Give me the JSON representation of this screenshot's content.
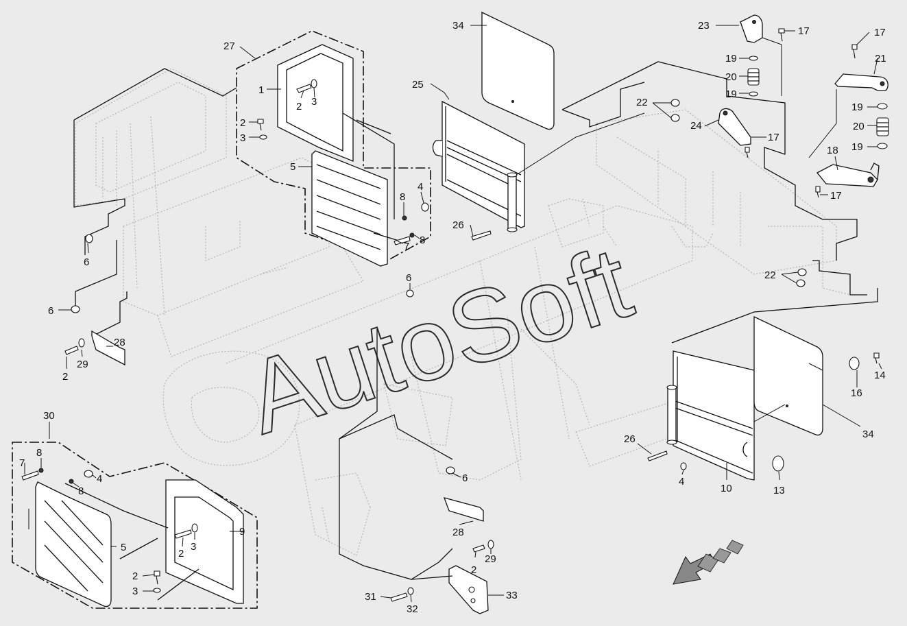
{
  "watermark": "AutoSoft",
  "colors": {
    "background": "#ebebeb",
    "line": "#111111",
    "ghost": "#b4b4b4"
  },
  "callouts": [
    {
      "id": "c34a",
      "label": "34"
    },
    {
      "id": "c25",
      "label": "25"
    },
    {
      "id": "c26a",
      "label": "26"
    },
    {
      "id": "c27",
      "label": "27"
    },
    {
      "id": "c1",
      "label": "1"
    },
    {
      "id": "c2a",
      "label": "2"
    },
    {
      "id": "c3a",
      "label": "3"
    },
    {
      "id": "c2b",
      "label": "2"
    },
    {
      "id": "c3b",
      "label": "3"
    },
    {
      "id": "c5a",
      "label": "5"
    },
    {
      "id": "c8a",
      "label": "8"
    },
    {
      "id": "c4a",
      "label": "4"
    },
    {
      "id": "c7a",
      "label": "7"
    },
    {
      "id": "c8b",
      "label": "8"
    },
    {
      "id": "c6a",
      "label": "6"
    },
    {
      "id": "c6b",
      "label": "6"
    },
    {
      "id": "c6c",
      "label": "6"
    },
    {
      "id": "c28a",
      "label": "28"
    },
    {
      "id": "c29a",
      "label": "29"
    },
    {
      "id": "c2c",
      "label": "2"
    },
    {
      "id": "c23",
      "label": "23"
    },
    {
      "id": "c17a",
      "label": "17"
    },
    {
      "id": "c19a",
      "label": "19"
    },
    {
      "id": "c20a",
      "label": "20"
    },
    {
      "id": "c19b",
      "label": "19"
    },
    {
      "id": "c22a",
      "label": "22"
    },
    {
      "id": "c24",
      "label": "24"
    },
    {
      "id": "c17b",
      "label": "17"
    },
    {
      "id": "c17c",
      "label": "17"
    },
    {
      "id": "c21",
      "label": "21"
    },
    {
      "id": "c19c",
      "label": "19"
    },
    {
      "id": "c20b",
      "label": "20"
    },
    {
      "id": "c19d",
      "label": "19"
    },
    {
      "id": "c18",
      "label": "18"
    },
    {
      "id": "c17d",
      "label": "17"
    },
    {
      "id": "c22b",
      "label": "22"
    },
    {
      "id": "c14",
      "label": "14"
    },
    {
      "id": "c16",
      "label": "16"
    },
    {
      "id": "c34b",
      "label": "34"
    },
    {
      "id": "c26b",
      "label": "26"
    },
    {
      "id": "c4b",
      "label": "4"
    },
    {
      "id": "c10",
      "label": "10"
    },
    {
      "id": "c13",
      "label": "13"
    },
    {
      "id": "c30",
      "label": "30"
    },
    {
      "id": "c7b",
      "label": "7"
    },
    {
      "id": "c8c",
      "label": "8"
    },
    {
      "id": "c4c",
      "label": "4"
    },
    {
      "id": "c8d",
      "label": "8"
    },
    {
      "id": "c9",
      "label": "9"
    },
    {
      "id": "c5b",
      "label": "5"
    },
    {
      "id": "c2d",
      "label": "2"
    },
    {
      "id": "c3c",
      "label": "3"
    },
    {
      "id": "c2e",
      "label": "2"
    },
    {
      "id": "c3d",
      "label": "3"
    },
    {
      "id": "c6d",
      "label": "6"
    },
    {
      "id": "c28b",
      "label": "28"
    },
    {
      "id": "c29b",
      "label": "29"
    },
    {
      "id": "c2f",
      "label": "2"
    },
    {
      "id": "c31",
      "label": "31"
    },
    {
      "id": "c32",
      "label": "32"
    },
    {
      "id": "c33",
      "label": "33"
    }
  ]
}
